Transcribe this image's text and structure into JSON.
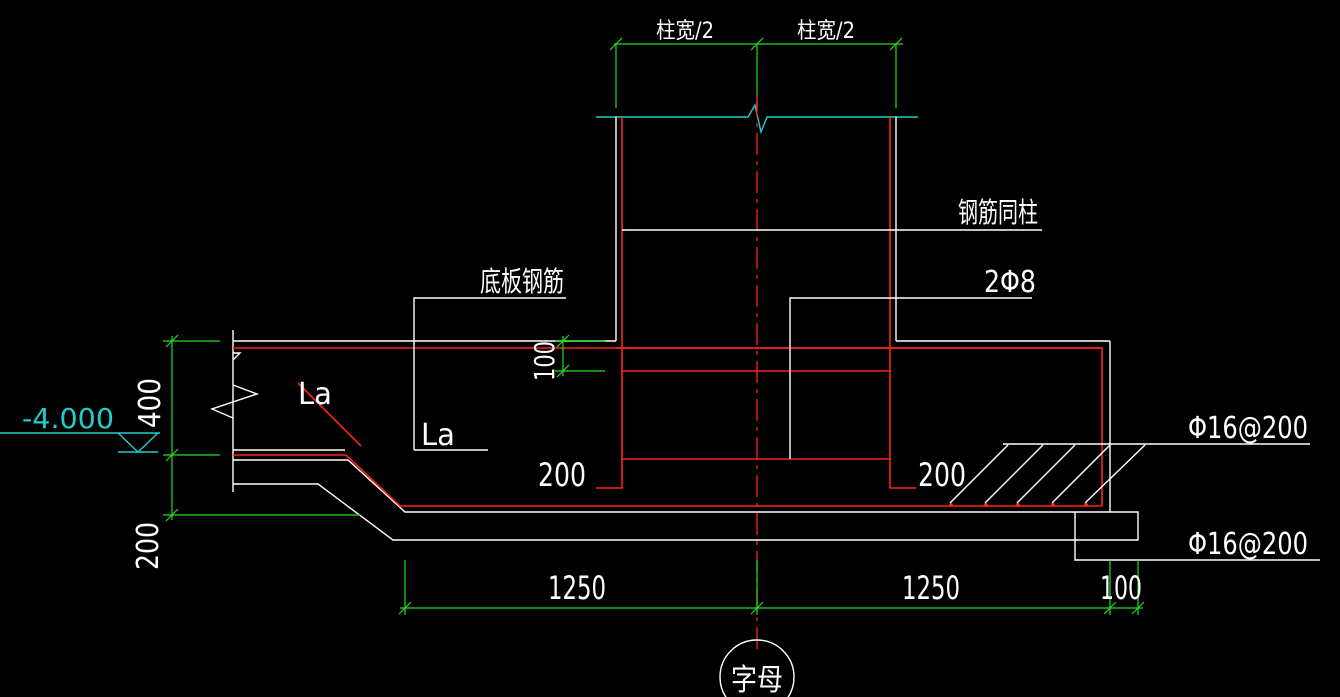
{
  "labels": {
    "col_half_left": "柱宽/2",
    "col_half_right": "柱宽/2",
    "rebar_same_as_column": "钢筋同柱",
    "slab_rebar": "底板钢筋",
    "two_phi8": "2Φ8",
    "la_upper": "La",
    "la_lower": "La",
    "elevation": "-4.000",
    "dim_400": "400",
    "dim_100_vert": "100",
    "dim_200_left": "200",
    "dim_200_right": "200",
    "phi16_upper": "Φ16@200",
    "phi16_lower": "Φ16@200",
    "dim_200_bottom_left": "200",
    "dim_1250_left": "1250",
    "dim_1250_right": "1250",
    "dim_100_bottom": "100",
    "axis_tag": "字母"
  },
  "colors": {
    "background": "#000000",
    "outline": "#ffffff",
    "rebar": "#ff2020",
    "dimension": "#22dd22",
    "elevation": "#22cccc"
  }
}
